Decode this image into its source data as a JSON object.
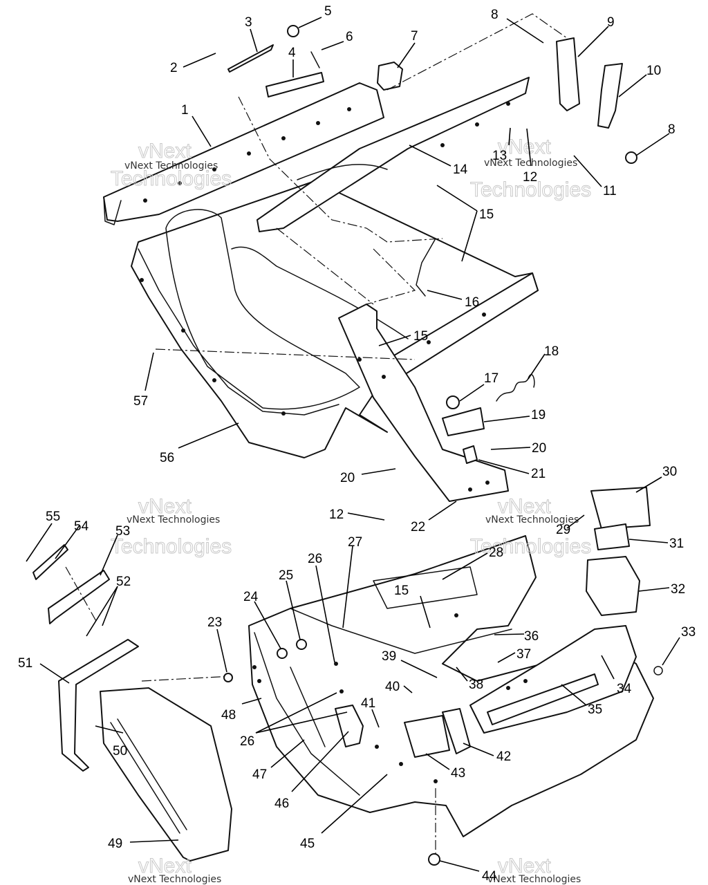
{
  "colors": {
    "ink": "#111111",
    "watermark": "#c8c8c8",
    "background": "#ffffff"
  },
  "watermark": {
    "brand": "vNext",
    "word": "Technologies",
    "full": "vNext Technologies"
  },
  "callouts": [
    {
      "id": "c1",
      "label": "1"
    },
    {
      "id": "c2",
      "label": "2"
    },
    {
      "id": "c3",
      "label": "3"
    },
    {
      "id": "c4",
      "label": "4"
    },
    {
      "id": "c5",
      "label": "5"
    },
    {
      "id": "c6",
      "label": "6"
    },
    {
      "id": "c7",
      "label": "7"
    },
    {
      "id": "c8a",
      "label": "8"
    },
    {
      "id": "c8b",
      "label": "8"
    },
    {
      "id": "c9",
      "label": "9"
    },
    {
      "id": "c10",
      "label": "10"
    },
    {
      "id": "c11",
      "label": "11"
    },
    {
      "id": "c12a",
      "label": "12"
    },
    {
      "id": "c12b",
      "label": "12"
    },
    {
      "id": "c13",
      "label": "13"
    },
    {
      "id": "c14",
      "label": "14"
    },
    {
      "id": "c15a",
      "label": "15"
    },
    {
      "id": "c15b",
      "label": "15"
    },
    {
      "id": "c15c",
      "label": "15"
    },
    {
      "id": "c16",
      "label": "16"
    },
    {
      "id": "c17",
      "label": "17"
    },
    {
      "id": "c18",
      "label": "18"
    },
    {
      "id": "c19",
      "label": "19"
    },
    {
      "id": "c20a",
      "label": "20"
    },
    {
      "id": "c20b",
      "label": "20"
    },
    {
      "id": "c21",
      "label": "21"
    },
    {
      "id": "c22",
      "label": "22"
    },
    {
      "id": "c23",
      "label": "23"
    },
    {
      "id": "c24",
      "label": "24"
    },
    {
      "id": "c25",
      "label": "25"
    },
    {
      "id": "c26a",
      "label": "26"
    },
    {
      "id": "c26b",
      "label": "26"
    },
    {
      "id": "c27",
      "label": "27"
    },
    {
      "id": "c28",
      "label": "28"
    },
    {
      "id": "c29",
      "label": "29"
    },
    {
      "id": "c30",
      "label": "30"
    },
    {
      "id": "c31",
      "label": "31"
    },
    {
      "id": "c32",
      "label": "32"
    },
    {
      "id": "c33",
      "label": "33"
    },
    {
      "id": "c34",
      "label": "34"
    },
    {
      "id": "c35",
      "label": "35"
    },
    {
      "id": "c36",
      "label": "36"
    },
    {
      "id": "c37",
      "label": "37"
    },
    {
      "id": "c38",
      "label": "38"
    },
    {
      "id": "c39",
      "label": "39"
    },
    {
      "id": "c40",
      "label": "40"
    },
    {
      "id": "c41",
      "label": "41"
    },
    {
      "id": "c42",
      "label": "42"
    },
    {
      "id": "c43",
      "label": "43"
    },
    {
      "id": "c44",
      "label": "44"
    },
    {
      "id": "c45",
      "label": "45"
    },
    {
      "id": "c46",
      "label": "46"
    },
    {
      "id": "c47",
      "label": "47"
    },
    {
      "id": "c48",
      "label": "48"
    },
    {
      "id": "c49",
      "label": "49"
    },
    {
      "id": "c50",
      "label": "50"
    },
    {
      "id": "c51",
      "label": "51"
    },
    {
      "id": "c52",
      "label": "52"
    },
    {
      "id": "c53",
      "label": "53"
    },
    {
      "id": "c54",
      "label": "54"
    },
    {
      "id": "c55",
      "label": "55"
    },
    {
      "id": "c56",
      "label": "56"
    },
    {
      "id": "c57",
      "label": "57"
    }
  ]
}
